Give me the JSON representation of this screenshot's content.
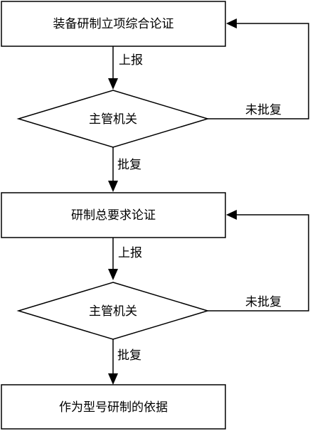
{
  "nodes": {
    "step1": "装备研制立项综合论证",
    "decision1": "主管机关",
    "step2": "研制总要求论证",
    "decision2": "主管机关",
    "step3": "作为型号研制的依据"
  },
  "edges": {
    "report1": "上报",
    "approve1": "批复",
    "reject1": "未批复",
    "report2": "上报",
    "approve2": "批复",
    "reject2": "未批复"
  }
}
